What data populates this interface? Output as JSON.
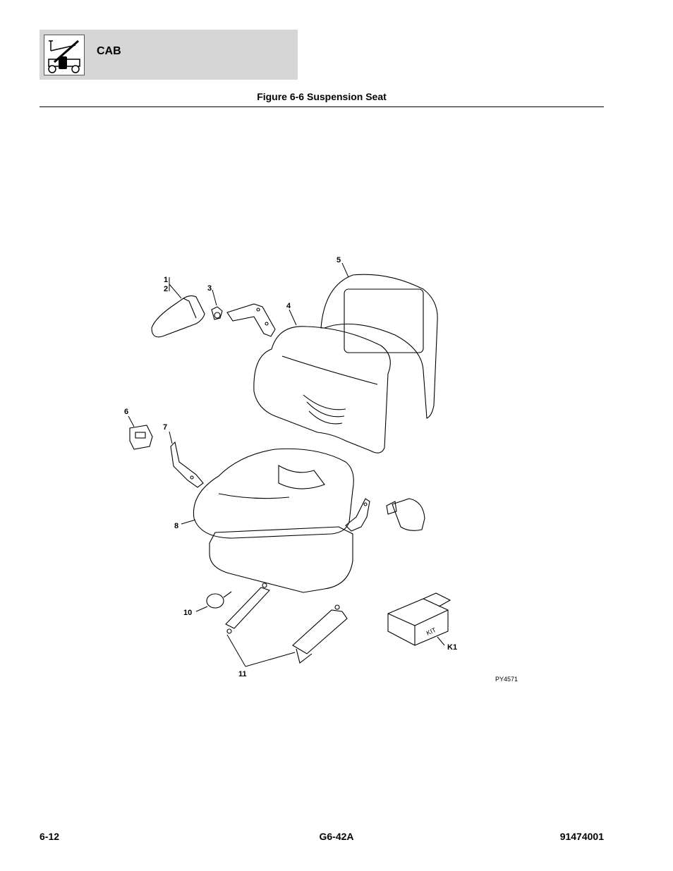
{
  "header": {
    "section": "CAB",
    "icon": "telehandler-icon"
  },
  "figure": {
    "title": "Figure 6-6 Suspension Seat",
    "ref_code": "PY4571",
    "callouts": [
      "1",
      "2",
      "3",
      "4",
      "5",
      "6",
      "7",
      "8",
      "10",
      "11",
      "K1"
    ],
    "kit_label": "KIT"
  },
  "footer": {
    "page": "6-12",
    "model": "G6-42A",
    "doc_number": "91474001"
  }
}
